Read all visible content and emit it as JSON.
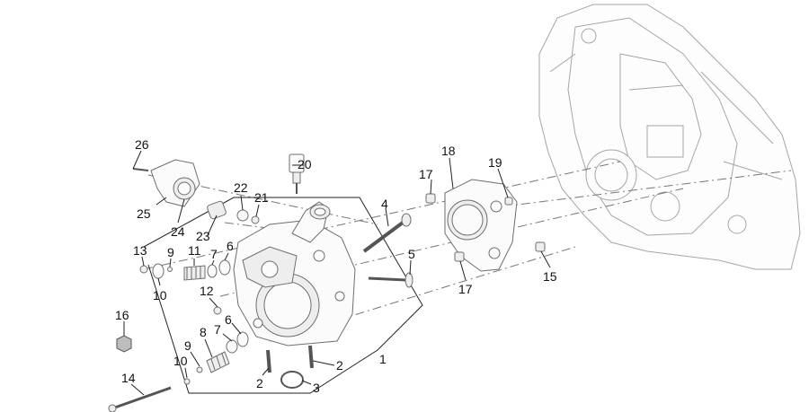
{
  "labels": {
    "n1": "1",
    "n2a": "2",
    "n2b": "2",
    "n3": "3",
    "n4": "4",
    "n5": "5",
    "n6a": "6",
    "n6b": "6",
    "n7a": "7",
    "n7b": "7",
    "n8": "8",
    "n9a": "9",
    "n9b": "9",
    "n10a": "10",
    "n10b": "10",
    "n11": "11",
    "n12": "12",
    "n13": "13",
    "n14": "14",
    "n15": "15",
    "n16": "16",
    "n17a": "17",
    "n17b": "17",
    "n18": "18",
    "n19": "19",
    "n20": "20",
    "n21": "21",
    "n22": "22",
    "n23": "23",
    "n24": "24",
    "n25": "25",
    "n26": "26"
  }
}
